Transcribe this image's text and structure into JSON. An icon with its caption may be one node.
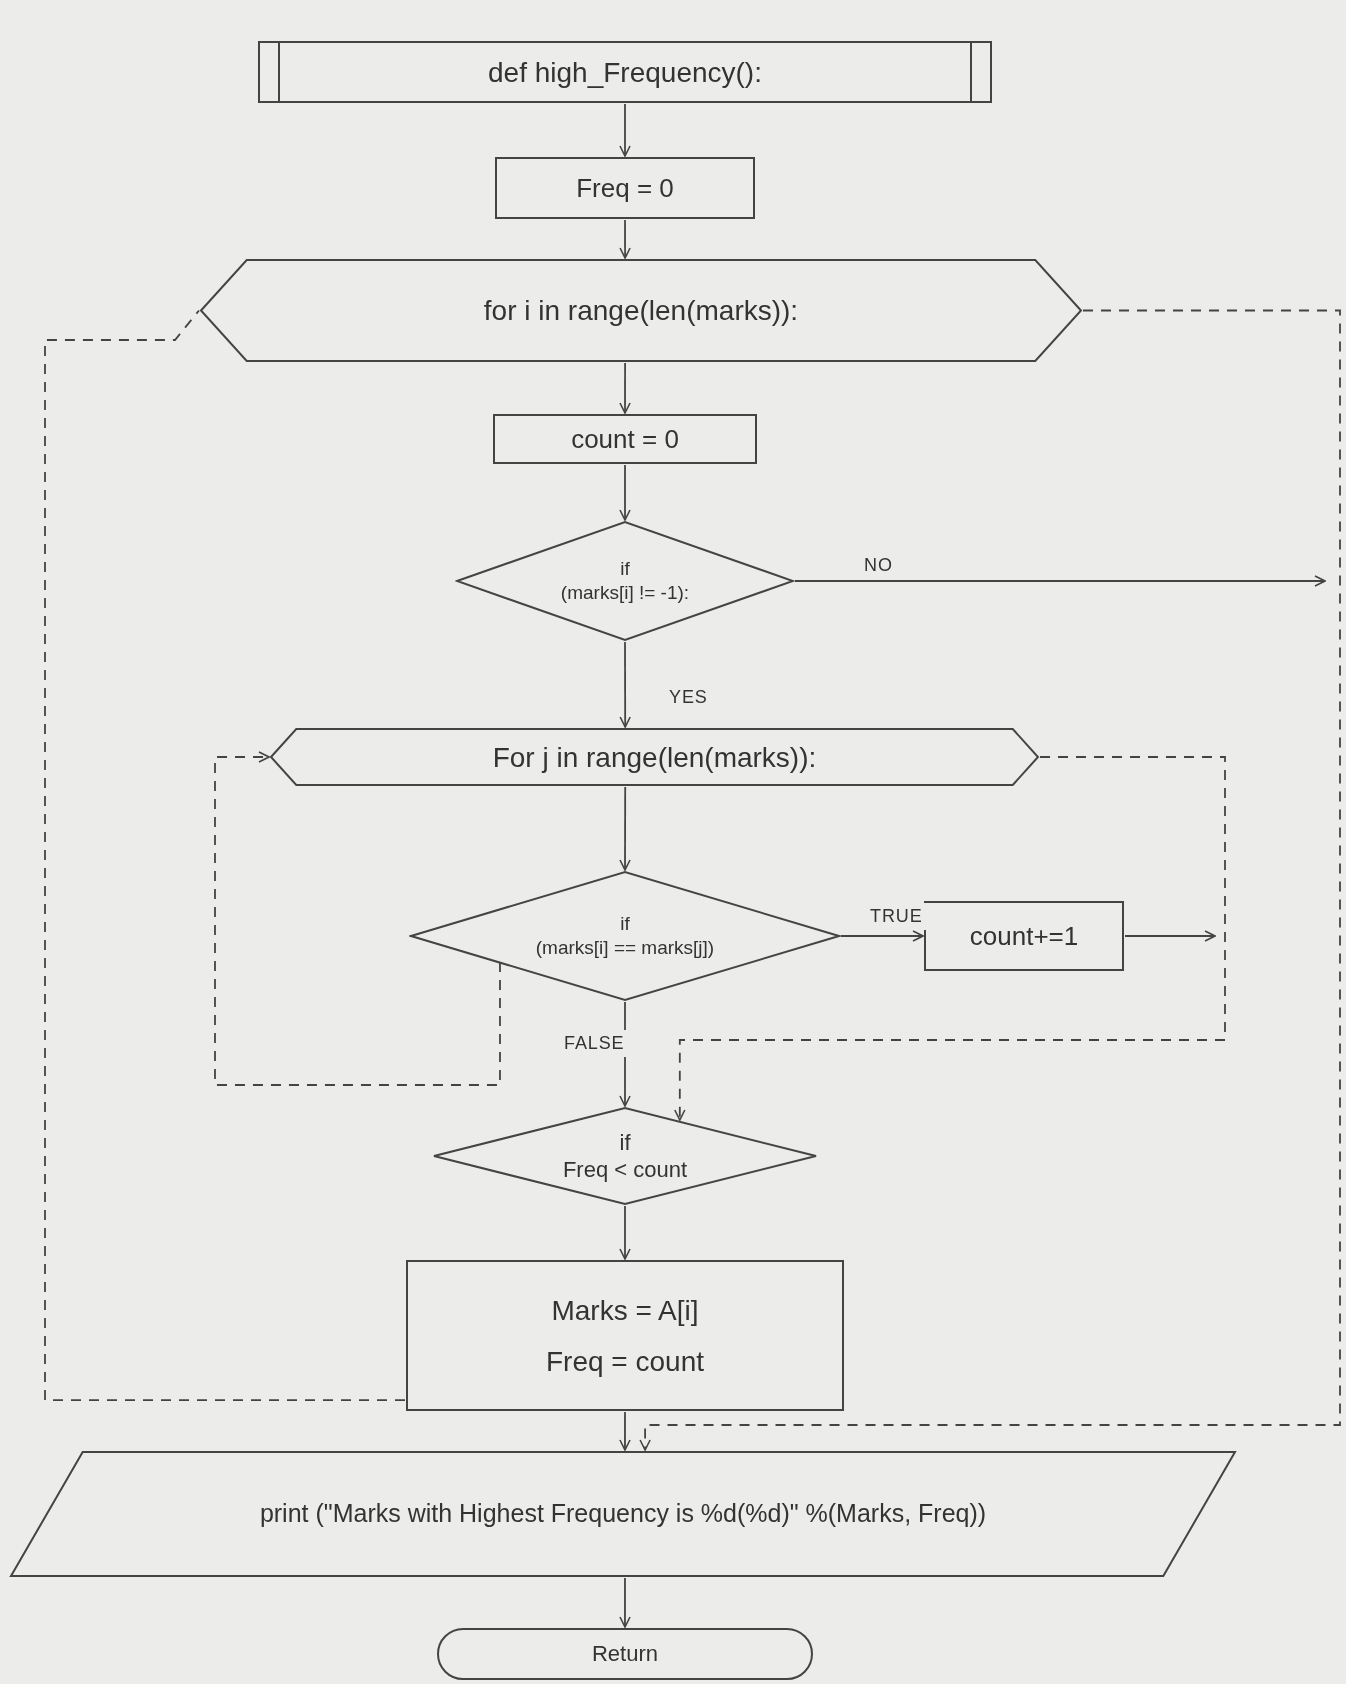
{
  "diagram": {
    "nodes": [
      {
        "text": [
          "def high_Frequency():"
        ]
      },
      {
        "text": [
          "Freq = 0"
        ]
      },
      {
        "text": [
          "for i in range(len(marks)):"
        ]
      },
      {
        "text": [
          "count = 0"
        ]
      },
      {
        "text": [
          "if",
          "(marks[i] != -1):"
        ]
      },
      {
        "text": [
          "For j in range(len(marks)):"
        ]
      },
      {
        "text": [
          "if",
          "(marks[i] == marks[j])"
        ]
      },
      {
        "text": [
          "count+=1"
        ]
      },
      {
        "text": [
          "if",
          "Freq < count"
        ]
      },
      {
        "text": [
          "Marks = A[i]",
          "Freq = count"
        ]
      },
      {
        "text": [
          "print (\"Marks with Highest Frequency is %d(%d)\" %(Marks, Freq))"
        ]
      },
      {
        "text": [
          "Return"
        ]
      }
    ],
    "edges": [
      {
        "from": 0,
        "to": 1,
        "arrow": "to"
      },
      {
        "from": 1,
        "to": 2,
        "arrow": "to"
      },
      {
        "from": 2,
        "to": 3,
        "arrow": "to"
      },
      {
        "from": 3,
        "to": 4,
        "arrow": "to"
      },
      {
        "from": 4,
        "to": null,
        "arrow": "to",
        "label": "NO"
      },
      {
        "from": 4,
        "to": 5,
        "arrow": "to",
        "label": "YES"
      },
      {
        "from": 5,
        "to": 6,
        "arrow": "to"
      },
      {
        "from": 6,
        "to": 7,
        "arrow": "to",
        "label": "TRUE"
      },
      {
        "from": 7,
        "to": null,
        "arrow": "to"
      },
      {
        "from": 5,
        "to": 8,
        "arrow": "to",
        "style": "dashed"
      },
      {
        "from": 6,
        "to": 8,
        "arrow": "to",
        "label": "FALSE"
      },
      {
        "from": 6,
        "to": 5,
        "arrow": "to",
        "style": "dashed"
      },
      {
        "from": 8,
        "to": 9,
        "arrow": "to"
      },
      {
        "from": 2,
        "to": 10,
        "arrow": "to",
        "style": "dashed"
      },
      {
        "from": 9,
        "to": 2,
        "arrow": "none",
        "style": "dashed"
      },
      {
        "from": 9,
        "to": 10,
        "arrow": "to"
      },
      {
        "from": 10,
        "to": 11,
        "arrow": "to"
      }
    ]
  }
}
